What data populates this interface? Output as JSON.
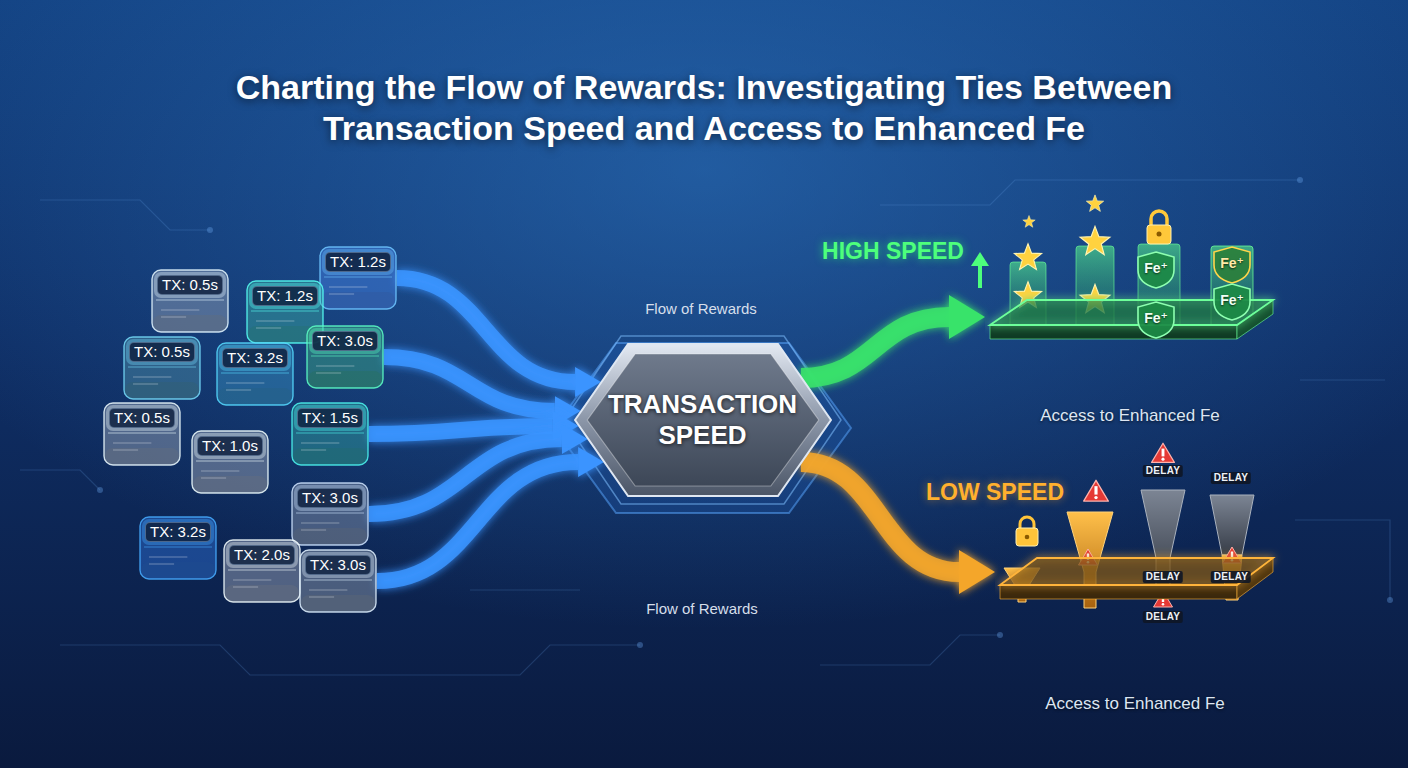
{
  "diagram": {
    "title": "Charting the Flow of Rewards: Investigating Ties Between Transaction Speed and Access to Enhanced Fe",
    "nodes": [
      {
        "text": [
          "TX: 1.2s"
        ]
      },
      {
        "text": [
          "TX: 0.5s"
        ]
      },
      {
        "text": [
          "TX: 1.2s"
        ]
      },
      {
        "text": [
          "TX: 3.0s"
        ]
      },
      {
        "text": [
          "TX: 0.5s"
        ]
      },
      {
        "text": [
          "TX: 3.2s"
        ]
      },
      {
        "text": [
          "TX: 0.5s"
        ]
      },
      {
        "text": [
          "TX: 1.5s"
        ]
      },
      {
        "text": [
          "TX: 1.0s"
        ]
      },
      {
        "text": [
          "TX: 3.0s"
        ]
      },
      {
        "text": [
          "TX: 3.2s"
        ]
      },
      {
        "text": [
          "TX: 2.0s"
        ]
      },
      {
        "text": [
          "TX: 3.0s"
        ]
      },
      {
        "text": [
          "TRANSACTION SPEED"
        ]
      },
      {
        "text": [
          "Access to Enhanced Fe"
        ]
      },
      {
        "text": [
          "Fe⁺"
        ],
        "in": 14
      },
      {
        "text": [
          "Fe⁺"
        ],
        "in": 14
      },
      {
        "text": [
          "Fe⁺"
        ],
        "in": 14
      },
      {
        "text": [
          "Fe⁺"
        ],
        "in": 14
      },
      {
        "text": [
          "Access to Enhanced Fe"
        ]
      }
    ],
    "edges": [
      {
        "from": 0,
        "to": 13,
        "arrow": "to"
      },
      {
        "from": 3,
        "to": 13,
        "arrow": "to"
      },
      {
        "from": 7,
        "to": 13,
        "arrow": "to"
      },
      {
        "from": 9,
        "to": 13,
        "arrow": "to"
      },
      {
        "from": 12,
        "to": 13,
        "arrow": "to"
      },
      {
        "from": 13,
        "to": 14,
        "label": "HIGH SPEED",
        "arrow": "to"
      },
      {
        "from": 13,
        "to": 19,
        "label": "LOW SPEED",
        "arrow": "to"
      }
    ],
    "labels": [
      "Flow of Rewards",
      "DELAY",
      "DELAY",
      "DELAY",
      "DELAY",
      "Flow of Rewards",
      "DELAY"
    ]
  }
}
